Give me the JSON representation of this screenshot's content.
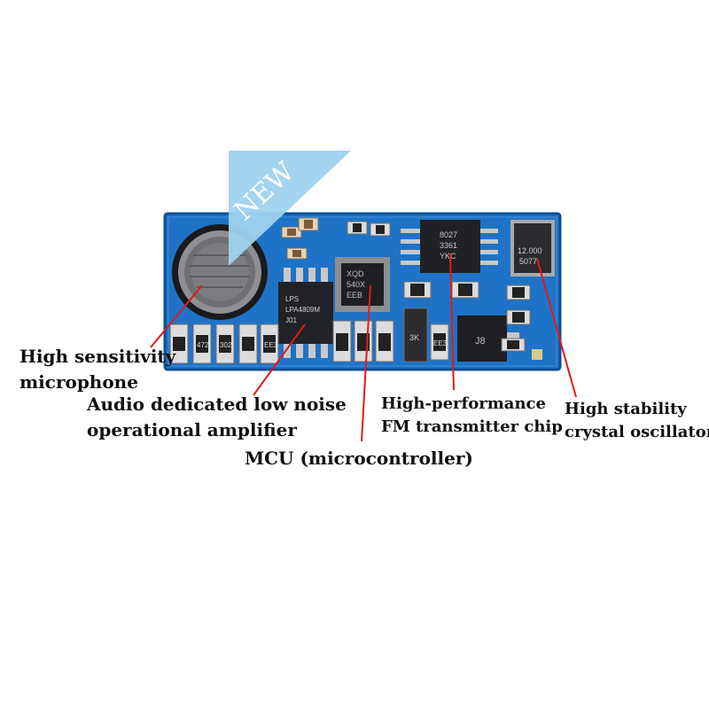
{
  "colors": {
    "pcb": "#1e73c7",
    "pcb_edge": "#0e4f95",
    "callout_line": "#e31919",
    "badge": "#9fd2ee",
    "text": "#111111"
  },
  "badge": {
    "text": "NEW",
    "icon": "new-ribbon-icon"
  },
  "chips": {
    "opamp": [
      "LPS",
      "LPA4809M",
      "J01"
    ],
    "mcu": [
      "XQD",
      "540X",
      "EEB"
    ],
    "fm_chip": [
      "8027",
      "3361",
      "YKC"
    ],
    "crystal": [
      "12.000",
      "5077"
    ],
    "regulator": "J8",
    "resistors": [
      "472",
      "302",
      "EE3"
    ],
    "small_parts": [
      "3K",
      "EE3"
    ]
  },
  "callouts": {
    "microphone": [
      "High sensitivity",
      "microphone"
    ],
    "opamp": [
      "Audio dedicated low noise",
      "operational amplifier"
    ],
    "mcu": [
      "MCU (microcontroller)"
    ],
    "fm_chip": [
      "High-performance",
      "FM transmitter chip"
    ],
    "crystal": [
      "High stability",
      "crystal oscillator"
    ]
  }
}
